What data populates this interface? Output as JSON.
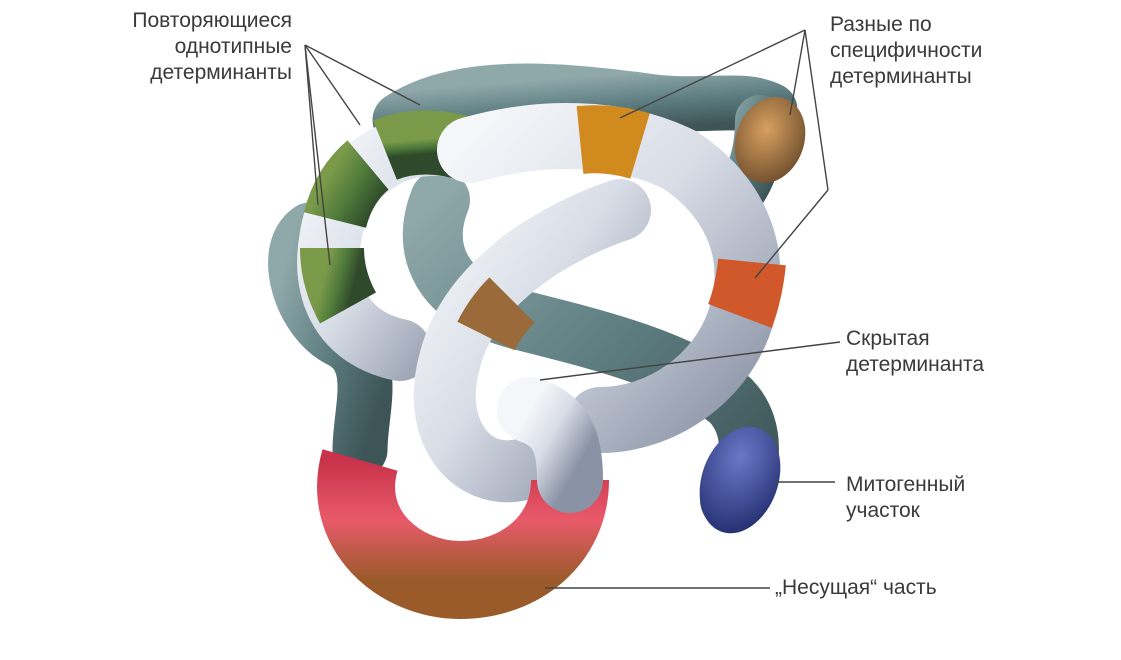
{
  "labels": {
    "repeating": [
      "Повторяющиеся",
      "однотипные",
      "детерминанты"
    ],
    "different": [
      "Разные по",
      "специфичности",
      "детерминанты"
    ],
    "hidden": [
      "Скрытая",
      "детерминанта"
    ],
    "mitogenic": [
      "Митогенный",
      "участок"
    ],
    "carrier": "„Несущая“ часть"
  },
  "colors": {
    "tube_gray": "#5f7f82",
    "tube_silver": "#d8dde6",
    "tube_blue_shade": "#7d86b4",
    "repeating_det": "#4f7a3a",
    "different_det_gold": "#d08a1e",
    "different_det_orange": "#d0582a",
    "hidden_det": "#9a6a3a",
    "mitogenic": "#2f3a8a",
    "carrier": "#d83a4a",
    "end_cap": "#b07840"
  }
}
